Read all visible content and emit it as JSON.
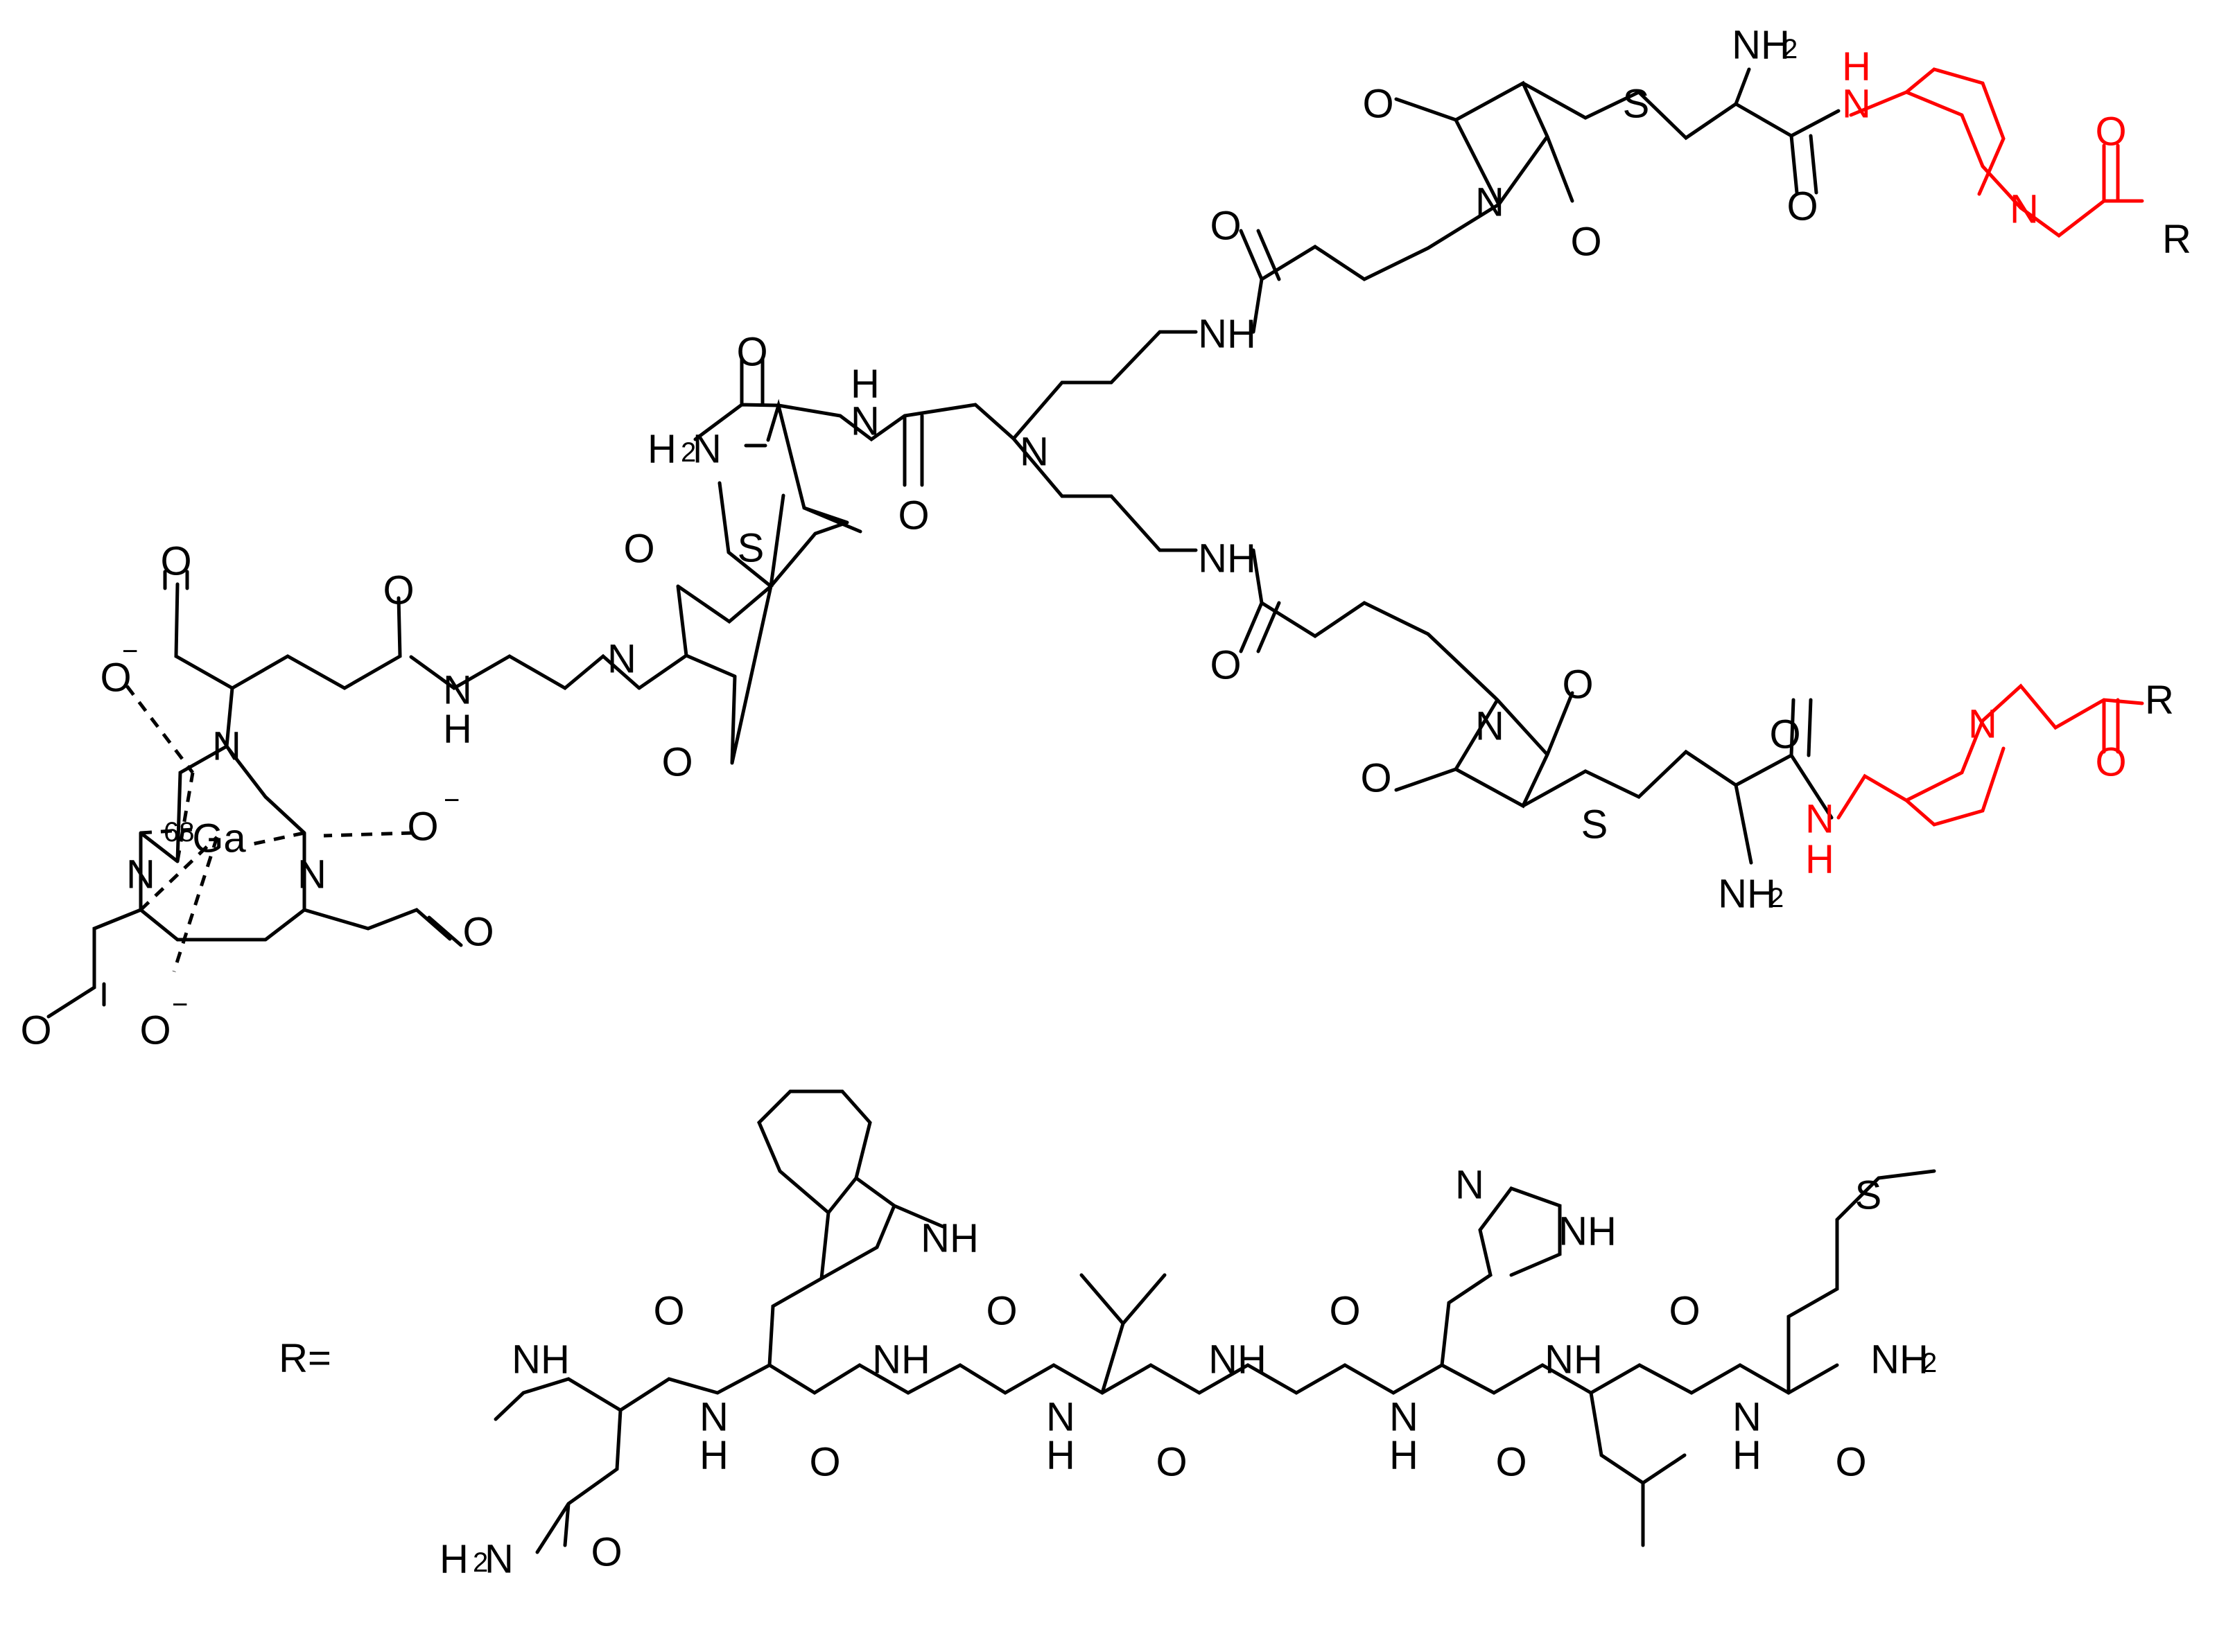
{
  "diagram": {
    "metal": {
      "isotope": "68",
      "symbol": "Ga"
    },
    "charge": "−",
    "labels": {
      "O": "O",
      "N": "N",
      "S": "S",
      "NH": "NH",
      "H": "H",
      "N_letter": "N",
      "NH2": "NH",
      "H2N": "H",
      "sub2": "2",
      "R": "R"
    },
    "r_definition": "R="
  }
}
